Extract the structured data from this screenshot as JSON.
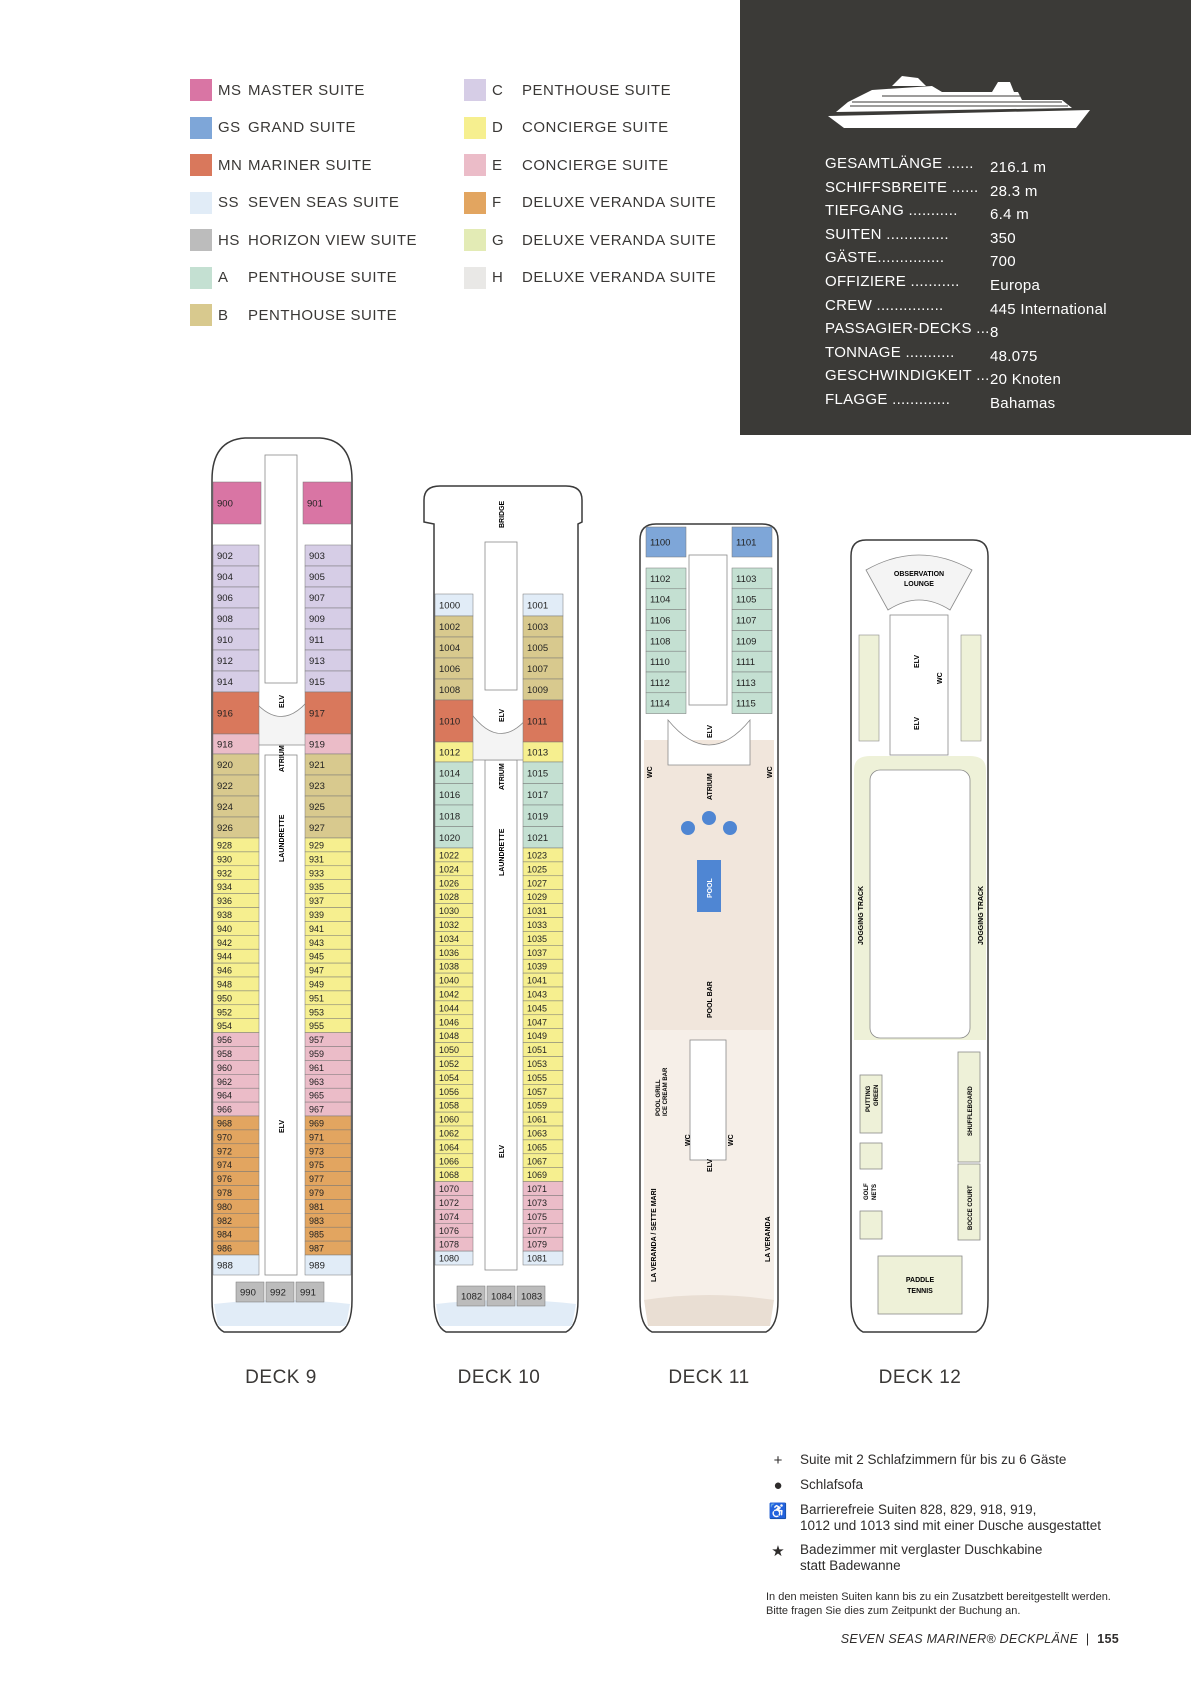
{
  "legend": [
    {
      "code": "MS",
      "label": "MASTER SUITE",
      "color": "#d975a4"
    },
    {
      "code": "GS",
      "label": "GRAND SUITE",
      "color": "#7ea6d8"
    },
    {
      "code": "MN",
      "label": "MARINER SUITE",
      "color": "#d9785c"
    },
    {
      "code": "SS",
      "label": "SEVEN SEAS SUITE",
      "color": "#e1ecf7"
    },
    {
      "code": "HS",
      "label": "HORIZON VIEW SUITE",
      "color": "#bcbcbc"
    },
    {
      "code": "A",
      "label": "PENTHOUSE SUITE",
      "color": "#c4e0d2"
    },
    {
      "code": "B",
      "label": "PENTHOUSE SUITE",
      "color": "#d8c98e"
    },
    {
      "code": "C",
      "label": "PENTHOUSE SUITE",
      "color": "#d6cde6"
    },
    {
      "code": "D",
      "label": "CONCIERGE SUITE",
      "color": "#f6ef8f"
    },
    {
      "code": "E",
      "label": "CONCIERGE SUITE",
      "color": "#ebbcc8"
    },
    {
      "code": "F",
      "label": "DELUXE VERANDA SUITE",
      "color": "#e2a560"
    },
    {
      "code": "G",
      "label": "DELUXE VERANDA SUITE",
      "color": "#e3ebb5"
    },
    {
      "code": "H",
      "label": "DELUXE VERANDA SUITE",
      "color": "#e9e8e6"
    }
  ],
  "specs": [
    {
      "label": "GESAMTLÄNGE ......",
      "value": "216.1 m"
    },
    {
      "label": "SCHIFFSBREITE ......",
      "value": "28.3 m"
    },
    {
      "label": "TIEFGANG ...........",
      "value": "6.4 m"
    },
    {
      "label": "SUITEN ..............",
      "value": "350"
    },
    {
      "label": "GÄSTE...............",
      "value": "700"
    },
    {
      "label": "OFFIZIERE ...........",
      "value": "Europa"
    },
    {
      "label": "CREW ...............",
      "value": "445 International"
    },
    {
      "label": "PASSAGIER-DECKS ...",
      "value": "8"
    },
    {
      "label": "TONNAGE ...........",
      "value": "48.075"
    },
    {
      "label": "GESCHWINDIGKEIT ...",
      "value": "20 Knoten"
    },
    {
      "label": "FLAGGE .............",
      "value": "Bahamas"
    }
  ],
  "decks": {
    "deck9": {
      "title": "DECK 9",
      "top": [
        {
          "n": "900",
          "c": "#d975a4"
        },
        {
          "n": "901",
          "c": "#d975a4"
        }
      ],
      "left": [
        {
          "n": "902",
          "c": "#d6cde6"
        },
        {
          "n": "904",
          "c": "#d6cde6"
        },
        {
          "n": "906",
          "c": "#d6cde6"
        },
        {
          "n": "908",
          "c": "#d6cde6"
        },
        {
          "n": "910",
          "c": "#d6cde6"
        },
        {
          "n": "912",
          "c": "#d6cde6"
        },
        {
          "n": "914",
          "c": "#d6cde6"
        },
        {
          "n": "916",
          "c": "#d9785c"
        },
        {
          "n": "918",
          "c": "#ebbcc8"
        },
        {
          "n": "920",
          "c": "#d8c98e"
        },
        {
          "n": "922",
          "c": "#d8c98e"
        },
        {
          "n": "924",
          "c": "#d8c98e"
        },
        {
          "n": "926",
          "c": "#d8c98e"
        },
        {
          "n": "928",
          "c": "#f6ef8f"
        },
        {
          "n": "930",
          "c": "#f6ef8f"
        },
        {
          "n": "932",
          "c": "#f6ef8f"
        },
        {
          "n": "934",
          "c": "#f6ef8f"
        },
        {
          "n": "936",
          "c": "#f6ef8f"
        },
        {
          "n": "938",
          "c": "#f6ef8f"
        },
        {
          "n": "940",
          "c": "#f6ef8f"
        },
        {
          "n": "942",
          "c": "#f6ef8f"
        },
        {
          "n": "944",
          "c": "#f6ef8f"
        },
        {
          "n": "946",
          "c": "#f6ef8f"
        },
        {
          "n": "948",
          "c": "#f6ef8f"
        },
        {
          "n": "950",
          "c": "#f6ef8f"
        },
        {
          "n": "952",
          "c": "#f6ef8f"
        },
        {
          "n": "954",
          "c": "#f6ef8f"
        },
        {
          "n": "956",
          "c": "#ebbcc8"
        },
        {
          "n": "958",
          "c": "#ebbcc8"
        },
        {
          "n": "960",
          "c": "#ebbcc8"
        },
        {
          "n": "962",
          "c": "#ebbcc8"
        },
        {
          "n": "964",
          "c": "#ebbcc8"
        },
        {
          "n": "966",
          "c": "#ebbcc8"
        },
        {
          "n": "968",
          "c": "#e2a560"
        },
        {
          "n": "970",
          "c": "#e2a560"
        },
        {
          "n": "972",
          "c": "#e2a560"
        },
        {
          "n": "974",
          "c": "#e2a560"
        },
        {
          "n": "976",
          "c": "#e2a560"
        },
        {
          "n": "978",
          "c": "#e2a560"
        },
        {
          "n": "980",
          "c": "#e2a560"
        },
        {
          "n": "982",
          "c": "#e2a560"
        },
        {
          "n": "984",
          "c": "#e2a560"
        },
        {
          "n": "986",
          "c": "#e2a560"
        },
        {
          "n": "988",
          "c": "#e1ecf7"
        }
      ],
      "right": [
        {
          "n": "903",
          "c": "#d6cde6"
        },
        {
          "n": "905",
          "c": "#d6cde6"
        },
        {
          "n": "907",
          "c": "#d6cde6"
        },
        {
          "n": "909",
          "c": "#d6cde6"
        },
        {
          "n": "911",
          "c": "#d6cde6"
        },
        {
          "n": "913",
          "c": "#d6cde6"
        },
        {
          "n": "915",
          "c": "#d6cde6"
        },
        {
          "n": "917",
          "c": "#d9785c"
        },
        {
          "n": "919",
          "c": "#ebbcc8"
        },
        {
          "n": "921",
          "c": "#d8c98e"
        },
        {
          "n": "923",
          "c": "#d8c98e"
        },
        {
          "n": "925",
          "c": "#d8c98e"
        },
        {
          "n": "927",
          "c": "#d8c98e"
        },
        {
          "n": "929",
          "c": "#f6ef8f"
        },
        {
          "n": "931",
          "c": "#f6ef8f"
        },
        {
          "n": "933",
          "c": "#f6ef8f"
        },
        {
          "n": "935",
          "c": "#f6ef8f"
        },
        {
          "n": "937",
          "c": "#f6ef8f"
        },
        {
          "n": "939",
          "c": "#f6ef8f"
        },
        {
          "n": "941",
          "c": "#f6ef8f"
        },
        {
          "n": "943",
          "c": "#f6ef8f"
        },
        {
          "n": "945",
          "c": "#f6ef8f"
        },
        {
          "n": "947",
          "c": "#f6ef8f"
        },
        {
          "n": "949",
          "c": "#f6ef8f"
        },
        {
          "n": "951",
          "c": "#f6ef8f"
        },
        {
          "n": "953",
          "c": "#f6ef8f"
        },
        {
          "n": "955",
          "c": "#f6ef8f"
        },
        {
          "n": "957",
          "c": "#ebbcc8"
        },
        {
          "n": "959",
          "c": "#ebbcc8"
        },
        {
          "n": "961",
          "c": "#ebbcc8"
        },
        {
          "n": "963",
          "c": "#ebbcc8"
        },
        {
          "n": "965",
          "c": "#ebbcc8"
        },
        {
          "n": "967",
          "c": "#ebbcc8"
        },
        {
          "n": "969",
          "c": "#e2a560"
        },
        {
          "n": "971",
          "c": "#e2a560"
        },
        {
          "n": "973",
          "c": "#e2a560"
        },
        {
          "n": "975",
          "c": "#e2a560"
        },
        {
          "n": "977",
          "c": "#e2a560"
        },
        {
          "n": "979",
          "c": "#e2a560"
        },
        {
          "n": "981",
          "c": "#e2a560"
        },
        {
          "n": "983",
          "c": "#e2a560"
        },
        {
          "n": "985",
          "c": "#e2a560"
        },
        {
          "n": "987",
          "c": "#e2a560"
        },
        {
          "n": "989",
          "c": "#e1ecf7"
        }
      ],
      "stern": [
        {
          "n": "990",
          "c": "#bcbcbc"
        },
        {
          "n": "992",
          "c": "#bcbcbc"
        },
        {
          "n": "991",
          "c": "#bcbcbc"
        }
      ],
      "labels": {
        "atrium": "ATRIUM",
        "elv": "ELV",
        "laundrette": "LAUNDRETTE"
      }
    },
    "deck10": {
      "title": "DECK 10",
      "bridge": "BRIDGE",
      "left": [
        {
          "n": "1000",
          "c": "#e1ecf7"
        },
        {
          "n": "1002",
          "c": "#d8c98e"
        },
        {
          "n": "1004",
          "c": "#d8c98e"
        },
        {
          "n": "1006",
          "c": "#d8c98e"
        },
        {
          "n": "1008",
          "c": "#d8c98e"
        },
        {
          "n": "1010",
          "c": "#d9785c"
        },
        {
          "n": "1012",
          "c": "#f6ef8f"
        },
        {
          "n": "1014",
          "c": "#c4e0d2"
        },
        {
          "n": "1016",
          "c": "#c4e0d2"
        },
        {
          "n": "1018",
          "c": "#c4e0d2"
        },
        {
          "n": "1020",
          "c": "#c4e0d2"
        },
        {
          "n": "1022",
          "c": "#f6ef8f"
        },
        {
          "n": "1024",
          "c": "#f6ef8f"
        },
        {
          "n": "1026",
          "c": "#f6ef8f"
        },
        {
          "n": "1028",
          "c": "#f6ef8f"
        },
        {
          "n": "1030",
          "c": "#f6ef8f"
        },
        {
          "n": "1032",
          "c": "#f6ef8f"
        },
        {
          "n": "1034",
          "c": "#f6ef8f"
        },
        {
          "n": "1036",
          "c": "#f6ef8f"
        },
        {
          "n": "1038",
          "c": "#f6ef8f"
        },
        {
          "n": "1040",
          "c": "#f6ef8f"
        },
        {
          "n": "1042",
          "c": "#f6ef8f"
        },
        {
          "n": "1044",
          "c": "#f6ef8f"
        },
        {
          "n": "1046",
          "c": "#f6ef8f"
        },
        {
          "n": "1048",
          "c": "#f6ef8f"
        },
        {
          "n": "1050",
          "c": "#f6ef8f"
        },
        {
          "n": "1052",
          "c": "#f6ef8f"
        },
        {
          "n": "1054",
          "c": "#f6ef8f"
        },
        {
          "n": "1056",
          "c": "#f6ef8f"
        },
        {
          "n": "1058",
          "c": "#f6ef8f"
        },
        {
          "n": "1060",
          "c": "#f6ef8f"
        },
        {
          "n": "1062",
          "c": "#f6ef8f"
        },
        {
          "n": "1064",
          "c": "#f6ef8f"
        },
        {
          "n": "1066",
          "c": "#f6ef8f"
        },
        {
          "n": "1068",
          "c": "#f6ef8f"
        },
        {
          "n": "1070",
          "c": "#ebbcc8"
        },
        {
          "n": "1072",
          "c": "#ebbcc8"
        },
        {
          "n": "1074",
          "c": "#ebbcc8"
        },
        {
          "n": "1076",
          "c": "#ebbcc8"
        },
        {
          "n": "1078",
          "c": "#ebbcc8"
        },
        {
          "n": "1080",
          "c": "#e1ecf7"
        }
      ],
      "right": [
        {
          "n": "1001",
          "c": "#e1ecf7"
        },
        {
          "n": "1003",
          "c": "#d8c98e"
        },
        {
          "n": "1005",
          "c": "#d8c98e"
        },
        {
          "n": "1007",
          "c": "#d8c98e"
        },
        {
          "n": "1009",
          "c": "#d8c98e"
        },
        {
          "n": "1011",
          "c": "#d9785c"
        },
        {
          "n": "1013",
          "c": "#f6ef8f"
        },
        {
          "n": "1015",
          "c": "#c4e0d2"
        },
        {
          "n": "1017",
          "c": "#c4e0d2"
        },
        {
          "n": "1019",
          "c": "#c4e0d2"
        },
        {
          "n": "1021",
          "c": "#c4e0d2"
        },
        {
          "n": "1023",
          "c": "#f6ef8f"
        },
        {
          "n": "1025",
          "c": "#f6ef8f"
        },
        {
          "n": "1027",
          "c": "#f6ef8f"
        },
        {
          "n": "1029",
          "c": "#f6ef8f"
        },
        {
          "n": "1031",
          "c": "#f6ef8f"
        },
        {
          "n": "1033",
          "c": "#f6ef8f"
        },
        {
          "n": "1035",
          "c": "#f6ef8f"
        },
        {
          "n": "1037",
          "c": "#f6ef8f"
        },
        {
          "n": "1039",
          "c": "#f6ef8f"
        },
        {
          "n": "1041",
          "c": "#f6ef8f"
        },
        {
          "n": "1043",
          "c": "#f6ef8f"
        },
        {
          "n": "1045",
          "c": "#f6ef8f"
        },
        {
          "n": "1047",
          "c": "#f6ef8f"
        },
        {
          "n": "1049",
          "c": "#f6ef8f"
        },
        {
          "n": "1051",
          "c": "#f6ef8f"
        },
        {
          "n": "1053",
          "c": "#f6ef8f"
        },
        {
          "n": "1055",
          "c": "#f6ef8f"
        },
        {
          "n": "1057",
          "c": "#f6ef8f"
        },
        {
          "n": "1059",
          "c": "#f6ef8f"
        },
        {
          "n": "1061",
          "c": "#f6ef8f"
        },
        {
          "n": "1063",
          "c": "#f6ef8f"
        },
        {
          "n": "1065",
          "c": "#f6ef8f"
        },
        {
          "n": "1067",
          "c": "#f6ef8f"
        },
        {
          "n": "1069",
          "c": "#f6ef8f"
        },
        {
          "n": "1071",
          "c": "#ebbcc8"
        },
        {
          "n": "1073",
          "c": "#ebbcc8"
        },
        {
          "n": "1075",
          "c": "#ebbcc8"
        },
        {
          "n": "1077",
          "c": "#ebbcc8"
        },
        {
          "n": "1079",
          "c": "#ebbcc8"
        },
        {
          "n": "1081",
          "c": "#e1ecf7"
        }
      ],
      "stern": [
        {
          "n": "1082",
          "c": "#bcbcbc"
        },
        {
          "n": "1084",
          "c": "#bcbcbc"
        },
        {
          "n": "1083",
          "c": "#bcbcbc"
        }
      ],
      "labels": {
        "atrium": "ATRIUM",
        "elv": "ELV",
        "laundrette": "LAUNDRETTE"
      }
    },
    "deck11": {
      "title": "DECK 11",
      "top": [
        {
          "n": "1100",
          "c": "#7ea6d8"
        },
        {
          "n": "1101",
          "c": "#7ea6d8"
        }
      ],
      "left": [
        {
          "n": "1102",
          "c": "#c4e0d2"
        },
        {
          "n": "1104",
          "c": "#c4e0d2"
        },
        {
          "n": "1106",
          "c": "#c4e0d2"
        },
        {
          "n": "1108",
          "c": "#c4e0d2"
        },
        {
          "n": "1110",
          "c": "#c4e0d2"
        },
        {
          "n": "1112",
          "c": "#c4e0d2"
        },
        {
          "n": "1114",
          "c": "#c4e0d2"
        }
      ],
      "right": [
        {
          "n": "1103",
          "c": "#c4e0d2"
        },
        {
          "n": "1105",
          "c": "#c4e0d2"
        },
        {
          "n": "1107",
          "c": "#c4e0d2"
        },
        {
          "n": "1109",
          "c": "#c4e0d2"
        },
        {
          "n": "1111",
          "c": "#c4e0d2"
        },
        {
          "n": "1113",
          "c": "#c4e0d2"
        },
        {
          "n": "1115",
          "c": "#c4e0d2"
        }
      ],
      "labels": {
        "elv": "ELV",
        "atrium": "ATRIUM",
        "wc": "WC",
        "pool": "POOL",
        "pool_bar": "POOL BAR",
        "pool_grill": "POOL GRILL",
        "ice_cream_bar": "ICE CREAM BAR",
        "la_veranda_sette": "LA VERANDA / SETTE MARI",
        "la_veranda": "LA VERANDA"
      }
    },
    "deck12": {
      "title": "DECK 12",
      "labels": {
        "observation": "OBSERVATION",
        "lounge": "LOUNGE",
        "elv": "ELV",
        "wc": "WC",
        "jogging": "JOGGING TRACK",
        "putting": "PUTTING",
        "green": "GREEN",
        "shuffleboard": "SHUFFLEBOARD",
        "golf": "GOLF",
        "nets": "NETS",
        "bocce": "BOCCE COURT",
        "paddle": "PADDLE",
        "tennis": "TENNIS"
      }
    }
  },
  "key": [
    {
      "symbol": "+",
      "icon": "plus-icon",
      "text": "Suite mit 2 Schlafzimmern für bis zu 6 Gäste"
    },
    {
      "symbol": "●",
      "icon": "dot-icon",
      "text": "Schlafsofa"
    },
    {
      "symbol": "♿",
      "icon": "wheelchair-icon",
      "text": "Barrierefreie Suiten 828, 829, 918, 919,",
      "text2": "1012 und 1013 sind mit einer Dusche ausgestattet"
    },
    {
      "symbol": "★",
      "icon": "star-icon",
      "text": "Badezimmer mit verglaster Duschkabine",
      "text2": "statt Badewanne"
    }
  ],
  "note": {
    "line1": "In den meisten Suiten kann bis zu ein Zusatzbett bereitgestellt werden.",
    "line2": "Bitte fragen Sie dies zum Zeitpunkt der Buchung an."
  },
  "footer": {
    "title": "SEVEN SEAS MARINER® DECKPLÄNE",
    "sep": "|",
    "page": "155"
  },
  "colors": {
    "spec_bg": "#3b3a37",
    "deck_outline": "#3a3a3a",
    "pool": "#4f86d3",
    "jogging_track": "#eef1d8"
  }
}
